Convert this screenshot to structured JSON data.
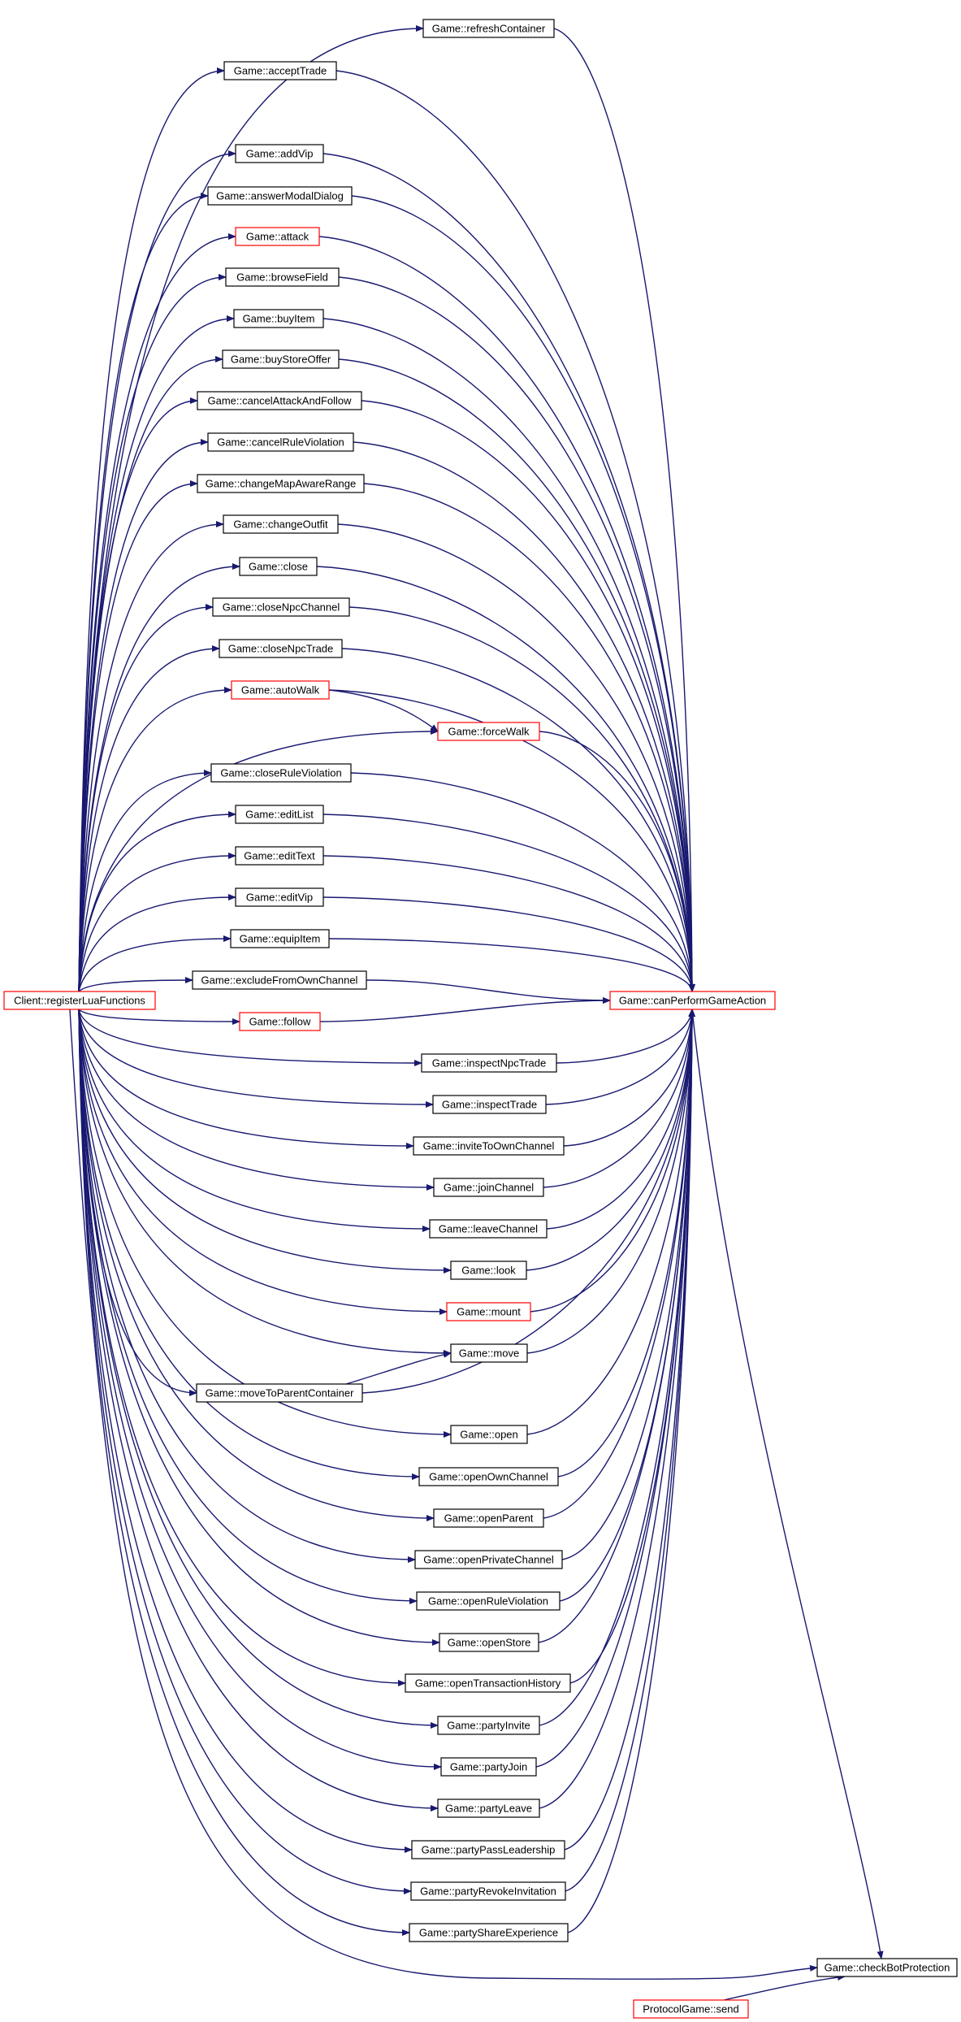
{
  "colors": {
    "edge": "#191970",
    "box_border": "#000000",
    "box_border_highlight": "#ff0000",
    "box_fill": "#ffffff",
    "box_fill_focus": "#bfbfbf"
  },
  "nodes": [
    {
      "id": "refreshContainer",
      "label": "Game::refreshContainer",
      "style": "normal"
    },
    {
      "id": "acceptTrade",
      "label": "Game::acceptTrade",
      "style": "normal"
    },
    {
      "id": "addVip",
      "label": "Game::addVip",
      "style": "normal"
    },
    {
      "id": "answerModalDialog",
      "label": "Game::answerModalDialog",
      "style": "normal"
    },
    {
      "id": "attack",
      "label": "Game::attack",
      "style": "red"
    },
    {
      "id": "browseField",
      "label": "Game::browseField",
      "style": "normal"
    },
    {
      "id": "buyItem",
      "label": "Game::buyItem",
      "style": "normal"
    },
    {
      "id": "buyStoreOffer",
      "label": "Game::buyStoreOffer",
      "style": "normal"
    },
    {
      "id": "cancelAttackAndFollow",
      "label": "Game::cancelAttackAndFollow",
      "style": "normal"
    },
    {
      "id": "cancelRuleViolation",
      "label": "Game::cancelRuleViolation",
      "style": "normal"
    },
    {
      "id": "changeMapAwareRange",
      "label": "Game::changeMapAwareRange",
      "style": "normal"
    },
    {
      "id": "changeOutfit",
      "label": "Game::changeOutfit",
      "style": "normal"
    },
    {
      "id": "close",
      "label": "Game::close",
      "style": "normal"
    },
    {
      "id": "closeNpcChannel",
      "label": "Game::closeNpcChannel",
      "style": "normal"
    },
    {
      "id": "closeNpcTrade",
      "label": "Game::closeNpcTrade",
      "style": "normal"
    },
    {
      "id": "autoWalk",
      "label": "Game::autoWalk",
      "style": "red"
    },
    {
      "id": "forceWalk",
      "label": "Game::forceWalk",
      "style": "red"
    },
    {
      "id": "closeRuleViolation",
      "label": "Game::closeRuleViolation",
      "style": "normal"
    },
    {
      "id": "editList",
      "label": "Game::editList",
      "style": "normal"
    },
    {
      "id": "editText",
      "label": "Game::editText",
      "style": "normal"
    },
    {
      "id": "editVip",
      "label": "Game::editVip",
      "style": "normal"
    },
    {
      "id": "equipItem",
      "label": "Game::equipItem",
      "style": "normal"
    },
    {
      "id": "excludeFromOwnChannel",
      "label": "Game::excludeFromOwnChannel",
      "style": "normal"
    },
    {
      "id": "registerLuaFunctions",
      "label": "Client::registerLuaFunctions",
      "style": "red"
    },
    {
      "id": "canPerformGameAction",
      "label": "Game::canPerformGameAction",
      "style": "red"
    },
    {
      "id": "follow",
      "label": "Game::follow",
      "style": "red"
    },
    {
      "id": "inspectNpcTrade",
      "label": "Game::inspectNpcTrade",
      "style": "normal"
    },
    {
      "id": "inspectTrade",
      "label": "Game::inspectTrade",
      "style": "normal"
    },
    {
      "id": "inviteToOwnChannel",
      "label": "Game::inviteToOwnChannel",
      "style": "normal"
    },
    {
      "id": "joinChannel",
      "label": "Game::joinChannel",
      "style": "normal"
    },
    {
      "id": "leaveChannel",
      "label": "Game::leaveChannel",
      "style": "normal"
    },
    {
      "id": "look",
      "label": "Game::look",
      "style": "normal"
    },
    {
      "id": "mount",
      "label": "Game::mount",
      "style": "red"
    },
    {
      "id": "move",
      "label": "Game::move",
      "style": "normal"
    },
    {
      "id": "moveToParentContainer",
      "label": "Game::moveToParentContainer",
      "style": "normal"
    },
    {
      "id": "open",
      "label": "Game::open",
      "style": "normal"
    },
    {
      "id": "openOwnChannel",
      "label": "Game::openOwnChannel",
      "style": "normal"
    },
    {
      "id": "openParent",
      "label": "Game::openParent",
      "style": "normal"
    },
    {
      "id": "openPrivateChannel",
      "label": "Game::openPrivateChannel",
      "style": "normal"
    },
    {
      "id": "openRuleViolation",
      "label": "Game::openRuleViolation",
      "style": "normal"
    },
    {
      "id": "openStore",
      "label": "Game::openStore",
      "style": "normal"
    },
    {
      "id": "openTransactionHistory",
      "label": "Game::openTransactionHistory",
      "style": "normal"
    },
    {
      "id": "partyInvite",
      "label": "Game::partyInvite",
      "style": "normal"
    },
    {
      "id": "partyJoin",
      "label": "Game::partyJoin",
      "style": "normal"
    },
    {
      "id": "partyLeave",
      "label": "Game::partyLeave",
      "style": "normal"
    },
    {
      "id": "partyPassLeadership",
      "label": "Game::partyPassLeadership",
      "style": "normal"
    },
    {
      "id": "partyRevokeInvitation",
      "label": "Game::partyRevokeInvitation",
      "style": "normal"
    },
    {
      "id": "partyShareExperience",
      "label": "Game::partyShareExperience",
      "style": "normal"
    },
    {
      "id": "checkBotProtection",
      "label": "Game::checkBotProtection",
      "style": "focus"
    },
    {
      "id": "send",
      "label": "ProtocolGame::send",
      "style": "red"
    }
  ],
  "edges": [
    {
      "from": "refreshContainer",
      "to": "canPerformGameAction"
    },
    {
      "from": "acceptTrade",
      "to": "canPerformGameAction"
    },
    {
      "from": "addVip",
      "to": "canPerformGameAction"
    },
    {
      "from": "answerModalDialog",
      "to": "canPerformGameAction"
    },
    {
      "from": "attack",
      "to": "canPerformGameAction"
    },
    {
      "from": "browseField",
      "to": "canPerformGameAction"
    },
    {
      "from": "buyItem",
      "to": "canPerformGameAction"
    },
    {
      "from": "buyStoreOffer",
      "to": "canPerformGameAction"
    },
    {
      "from": "cancelAttackAndFollow",
      "to": "canPerformGameAction"
    },
    {
      "from": "cancelRuleViolation",
      "to": "canPerformGameAction"
    },
    {
      "from": "changeMapAwareRange",
      "to": "canPerformGameAction"
    },
    {
      "from": "changeOutfit",
      "to": "canPerformGameAction"
    },
    {
      "from": "close",
      "to": "canPerformGameAction"
    },
    {
      "from": "closeNpcChannel",
      "to": "canPerformGameAction"
    },
    {
      "from": "closeNpcTrade",
      "to": "canPerformGameAction"
    },
    {
      "from": "autoWalk",
      "to": "canPerformGameAction"
    },
    {
      "from": "autoWalk",
      "to": "forceWalk"
    },
    {
      "from": "forceWalk",
      "to": "canPerformGameAction"
    },
    {
      "from": "closeRuleViolation",
      "to": "canPerformGameAction"
    },
    {
      "from": "editList",
      "to": "canPerformGameAction"
    },
    {
      "from": "editText",
      "to": "canPerformGameAction"
    },
    {
      "from": "editVip",
      "to": "canPerformGameAction"
    },
    {
      "from": "equipItem",
      "to": "canPerformGameAction"
    },
    {
      "from": "excludeFromOwnChannel",
      "to": "canPerformGameAction"
    },
    {
      "from": "follow",
      "to": "canPerformGameAction"
    },
    {
      "from": "inspectNpcTrade",
      "to": "canPerformGameAction"
    },
    {
      "from": "inspectTrade",
      "to": "canPerformGameAction"
    },
    {
      "from": "inviteToOwnChannel",
      "to": "canPerformGameAction"
    },
    {
      "from": "joinChannel",
      "to": "canPerformGameAction"
    },
    {
      "from": "leaveChannel",
      "to": "canPerformGameAction"
    },
    {
      "from": "look",
      "to": "canPerformGameAction"
    },
    {
      "from": "mount",
      "to": "canPerformGameAction"
    },
    {
      "from": "move",
      "to": "canPerformGameAction"
    },
    {
      "from": "moveToParentContainer",
      "to": "canPerformGameAction"
    },
    {
      "from": "moveToParentContainer",
      "to": "move"
    },
    {
      "from": "open",
      "to": "canPerformGameAction"
    },
    {
      "from": "openOwnChannel",
      "to": "canPerformGameAction"
    },
    {
      "from": "openParent",
      "to": "canPerformGameAction"
    },
    {
      "from": "openPrivateChannel",
      "to": "canPerformGameAction"
    },
    {
      "from": "openRuleViolation",
      "to": "canPerformGameAction"
    },
    {
      "from": "openStore",
      "to": "canPerformGameAction"
    },
    {
      "from": "openTransactionHistory",
      "to": "canPerformGameAction"
    },
    {
      "from": "partyInvite",
      "to": "canPerformGameAction"
    },
    {
      "from": "partyJoin",
      "to": "canPerformGameAction"
    },
    {
      "from": "partyLeave",
      "to": "canPerformGameAction"
    },
    {
      "from": "partyPassLeadership",
      "to": "canPerformGameAction"
    },
    {
      "from": "partyRevokeInvitation",
      "to": "canPerformGameAction"
    },
    {
      "from": "partyShareExperience",
      "to": "canPerformGameAction"
    },
    {
      "from": "canPerformGameAction",
      "to": "checkBotProtection"
    },
    {
      "from": "send",
      "to": "checkBotProtection"
    },
    {
      "from": "registerLuaFunctions",
      "to": "refreshContainer"
    },
    {
      "from": "registerLuaFunctions",
      "to": "acceptTrade"
    },
    {
      "from": "registerLuaFunctions",
      "to": "addVip"
    },
    {
      "from": "registerLuaFunctions",
      "to": "answerModalDialog"
    },
    {
      "from": "registerLuaFunctions",
      "to": "attack"
    },
    {
      "from": "registerLuaFunctions",
      "to": "browseField"
    },
    {
      "from": "registerLuaFunctions",
      "to": "buyItem"
    },
    {
      "from": "registerLuaFunctions",
      "to": "buyStoreOffer"
    },
    {
      "from": "registerLuaFunctions",
      "to": "cancelAttackAndFollow"
    },
    {
      "from": "registerLuaFunctions",
      "to": "cancelRuleViolation"
    },
    {
      "from": "registerLuaFunctions",
      "to": "changeMapAwareRange"
    },
    {
      "from": "registerLuaFunctions",
      "to": "changeOutfit"
    },
    {
      "from": "registerLuaFunctions",
      "to": "close"
    },
    {
      "from": "registerLuaFunctions",
      "to": "closeNpcChannel"
    },
    {
      "from": "registerLuaFunctions",
      "to": "closeNpcTrade"
    },
    {
      "from": "registerLuaFunctions",
      "to": "autoWalk"
    },
    {
      "from": "registerLuaFunctions",
      "to": "forceWalk"
    },
    {
      "from": "registerLuaFunctions",
      "to": "closeRuleViolation"
    },
    {
      "from": "registerLuaFunctions",
      "to": "editList"
    },
    {
      "from": "registerLuaFunctions",
      "to": "editText"
    },
    {
      "from": "registerLuaFunctions",
      "to": "editVip"
    },
    {
      "from": "registerLuaFunctions",
      "to": "equipItem"
    },
    {
      "from": "registerLuaFunctions",
      "to": "excludeFromOwnChannel"
    },
    {
      "from": "registerLuaFunctions",
      "to": "follow"
    },
    {
      "from": "registerLuaFunctions",
      "to": "inspectNpcTrade"
    },
    {
      "from": "registerLuaFunctions",
      "to": "inspectTrade"
    },
    {
      "from": "registerLuaFunctions",
      "to": "inviteToOwnChannel"
    },
    {
      "from": "registerLuaFunctions",
      "to": "joinChannel"
    },
    {
      "from": "registerLuaFunctions",
      "to": "leaveChannel"
    },
    {
      "from": "registerLuaFunctions",
      "to": "look"
    },
    {
      "from": "registerLuaFunctions",
      "to": "mount"
    },
    {
      "from": "registerLuaFunctions",
      "to": "move"
    },
    {
      "from": "registerLuaFunctions",
      "to": "moveToParentContainer"
    },
    {
      "from": "registerLuaFunctions",
      "to": "open"
    },
    {
      "from": "registerLuaFunctions",
      "to": "openOwnChannel"
    },
    {
      "from": "registerLuaFunctions",
      "to": "openParent"
    },
    {
      "from": "registerLuaFunctions",
      "to": "openPrivateChannel"
    },
    {
      "from": "registerLuaFunctions",
      "to": "openRuleViolation"
    },
    {
      "from": "registerLuaFunctions",
      "to": "openStore"
    },
    {
      "from": "registerLuaFunctions",
      "to": "openTransactionHistory"
    },
    {
      "from": "registerLuaFunctions",
      "to": "partyInvite"
    },
    {
      "from": "registerLuaFunctions",
      "to": "partyJoin"
    },
    {
      "from": "registerLuaFunctions",
      "to": "partyLeave"
    },
    {
      "from": "registerLuaFunctions",
      "to": "partyPassLeadership"
    },
    {
      "from": "registerLuaFunctions",
      "to": "partyRevokeInvitation"
    },
    {
      "from": "registerLuaFunctions",
      "to": "partyShareExperience"
    },
    {
      "from": "registerLuaFunctions",
      "to": "checkBotProtection"
    }
  ]
}
